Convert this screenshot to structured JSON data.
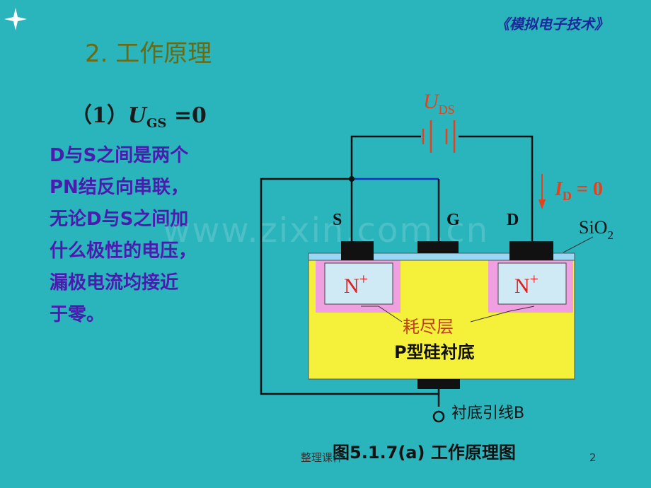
{
  "header": {
    "course": "《模拟电子技术》"
  },
  "section_title": "2.  工作原理",
  "case": {
    "prefix": "（1）",
    "var": "U",
    "sub": "GS",
    "suffix": " =0"
  },
  "description": [
    "D与S之间是两个",
    "PN结反向串联，",
    "无论D与S之间加",
    "什么极性的电压，",
    "漏极电流均接近",
    "于零。"
  ],
  "diagram": {
    "uds_var": "U",
    "uds_sub": "DS",
    "id_var": "I",
    "id_sub": "D",
    "id_val": " = 0",
    "s_label": "S",
    "g_label": "G",
    "d_label": "D",
    "sio2": "SiO",
    "sio2_sub": "2",
    "n_left": "N",
    "n_right": "N",
    "n_sup": "+",
    "depletion": "耗尽层",
    "substrate": "P型硅衬底",
    "body_lead": "衬底引线B",
    "colors": {
      "substrate": "#f5f03a",
      "depletion": "#f0a0e0",
      "n_region": "#cfeaf5",
      "oxide": "#99d8f5",
      "wire": "#111111",
      "gate_wire": "#1030c0",
      "label_red": "#e8401a"
    }
  },
  "caption": "图5.1.7(a)  工作原理图",
  "watermark": "www.zixin.com.cn",
  "footer": {
    "text": "整理课件",
    "page": "2"
  }
}
